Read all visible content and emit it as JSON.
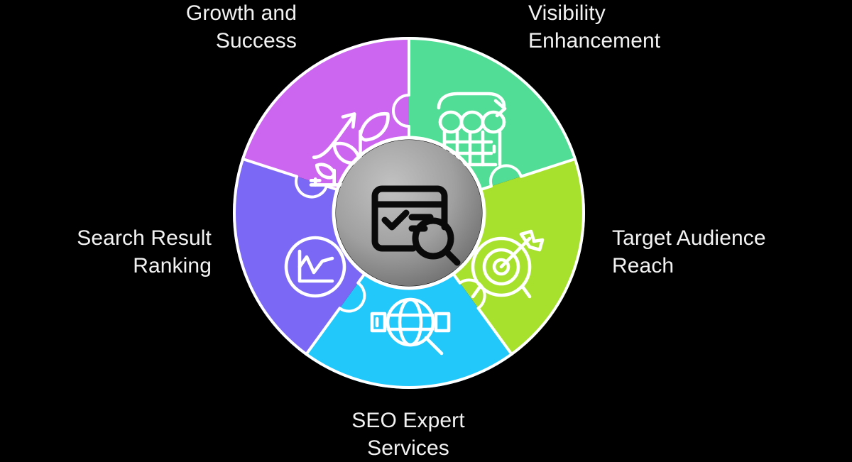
{
  "diagram": {
    "title": "SEO Expert Services",
    "type": "circular-puzzle-wheel",
    "background_color": "#000000",
    "text_color": "#f2f2f2",
    "center": {
      "icon": "browser-search-icon",
      "label": "",
      "fill_from": "#b4b4b4",
      "fill_to": "#6e6e6e",
      "icon_color": "#0a0a0a",
      "ring_color": "#ffffff"
    },
    "segments": [
      {
        "id": "growth",
        "position": "top-left",
        "color": "#cc66f0",
        "icon": "plant-growth-arrow-icon",
        "icon_color": "#ffffff",
        "label": "Growth and\nSuccess",
        "label_align": "right"
      },
      {
        "id": "visibility",
        "position": "top-right",
        "color": "#52dd96",
        "icon": "storefront-arrow-icon",
        "icon_color": "#ffffff",
        "label": "Visibility\nEnhancement",
        "label_align": "left"
      },
      {
        "id": "target-audience",
        "position": "right",
        "color": "#a8e02e",
        "icon": "target-dart-icon",
        "icon_color": "#ffffff",
        "label": "Target Audience\nReach",
        "label_align": "left"
      },
      {
        "id": "seo-expert",
        "position": "bottom",
        "color": "#22c8fa",
        "icon": "globe-magnifier-icon",
        "icon_color": "#ffffff",
        "label": "SEO Expert\nServices",
        "label_align": "center"
      },
      {
        "id": "search-ranking",
        "position": "left",
        "color": "#7b68f5",
        "icon": "line-chart-circle-icon",
        "icon_color": "#ffffff",
        "label": "Search Result\nRanking",
        "label_align": "right"
      }
    ]
  }
}
